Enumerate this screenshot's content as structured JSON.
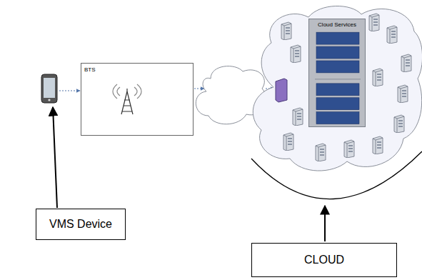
{
  "diagram": {
    "nodes": [
      {
        "text": [
          "BTS"
        ]
      },
      {
        "text": [
          "Cloud Services"
        ]
      },
      {
        "text": [
          "VMS Device"
        ]
      },
      {
        "text": [
          "CLOUD"
        ]
      }
    ]
  }
}
